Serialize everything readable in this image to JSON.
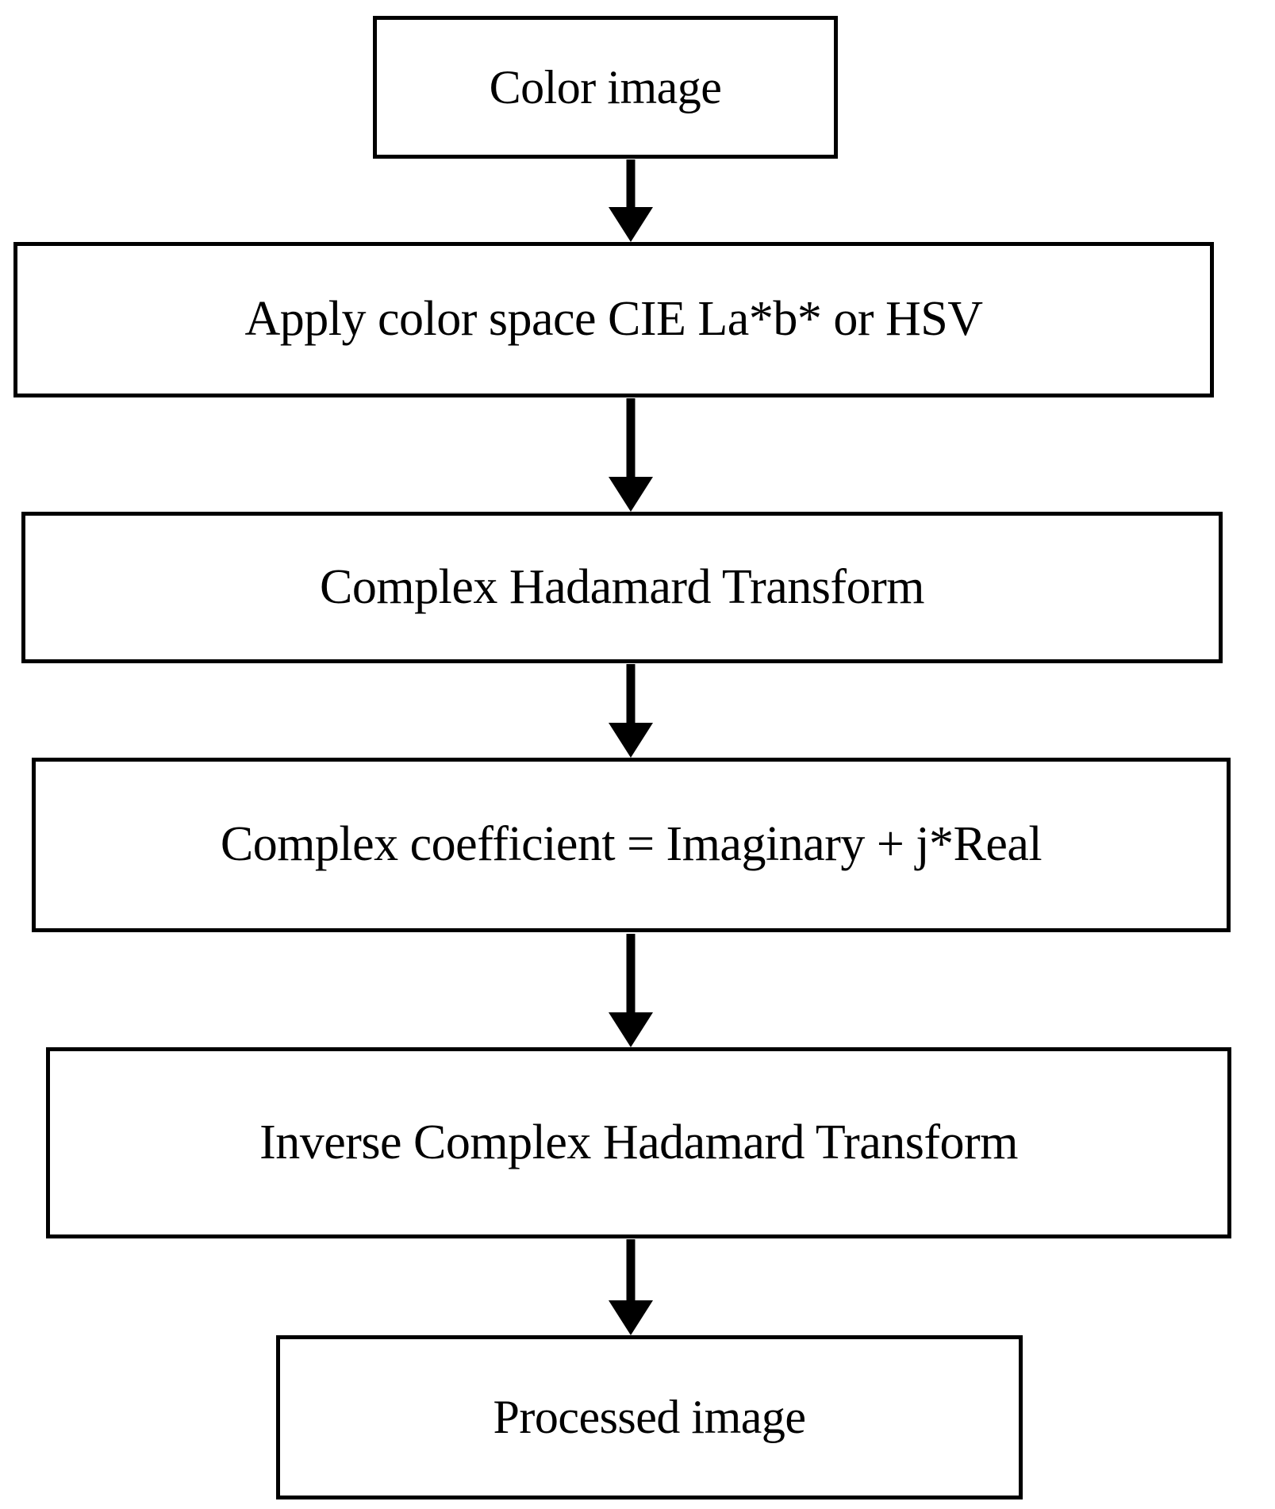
{
  "diagram": {
    "type": "flowchart",
    "orientation": "vertical-top-to-bottom",
    "background_color": "#ffffff",
    "line_color": "#000000",
    "text_color": "#000000",
    "nodes": [
      {
        "id": "color-image",
        "label": "Color image"
      },
      {
        "id": "color-space",
        "label": "Apply color space CIE La*b* or HSV"
      },
      {
        "id": "cht",
        "label": "Complex Hadamard Transform"
      },
      {
        "id": "complex-coeff",
        "label": "Complex coefficient = Imaginary + j*Real"
      },
      {
        "id": "icht",
        "label": "Inverse Complex Hadamard Transform"
      },
      {
        "id": "processed-image",
        "label": "Processed image"
      }
    ],
    "edges": [
      {
        "id": "edge-1",
        "from": "color-image",
        "to": "color-space",
        "glyph": "down-arrow"
      },
      {
        "id": "edge-2",
        "from": "color-space",
        "to": "cht",
        "glyph": "down-arrow"
      },
      {
        "id": "edge-3",
        "from": "cht",
        "to": "complex-coeff",
        "glyph": "down-arrow"
      },
      {
        "id": "edge-4",
        "from": "complex-coeff",
        "to": "icht",
        "glyph": "down-arrow"
      },
      {
        "id": "edge-5",
        "from": "icht",
        "to": "processed-image",
        "glyph": "down-arrow"
      }
    ]
  }
}
